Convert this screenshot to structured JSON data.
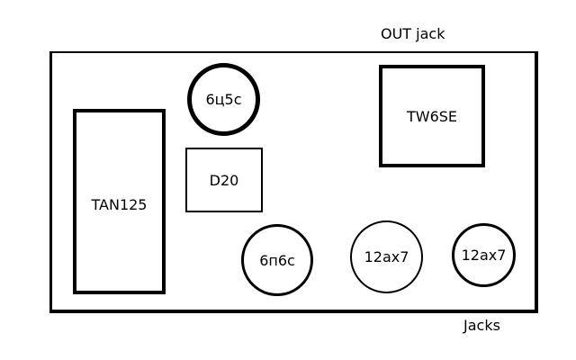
{
  "labels": {
    "out_jack": "OUT jack",
    "jacks": "Jacks"
  },
  "components": {
    "power_transformer": "TAN125",
    "choke": "D20",
    "output_transformer": "TW6SE",
    "rectifier_tube": "6ц5с",
    "power_tube": "6п6с",
    "preamp_tube_1": "12ax7",
    "preamp_tube_2": "12ax7"
  },
  "colors": {
    "line": "#000000",
    "background": "#ffffff"
  }
}
